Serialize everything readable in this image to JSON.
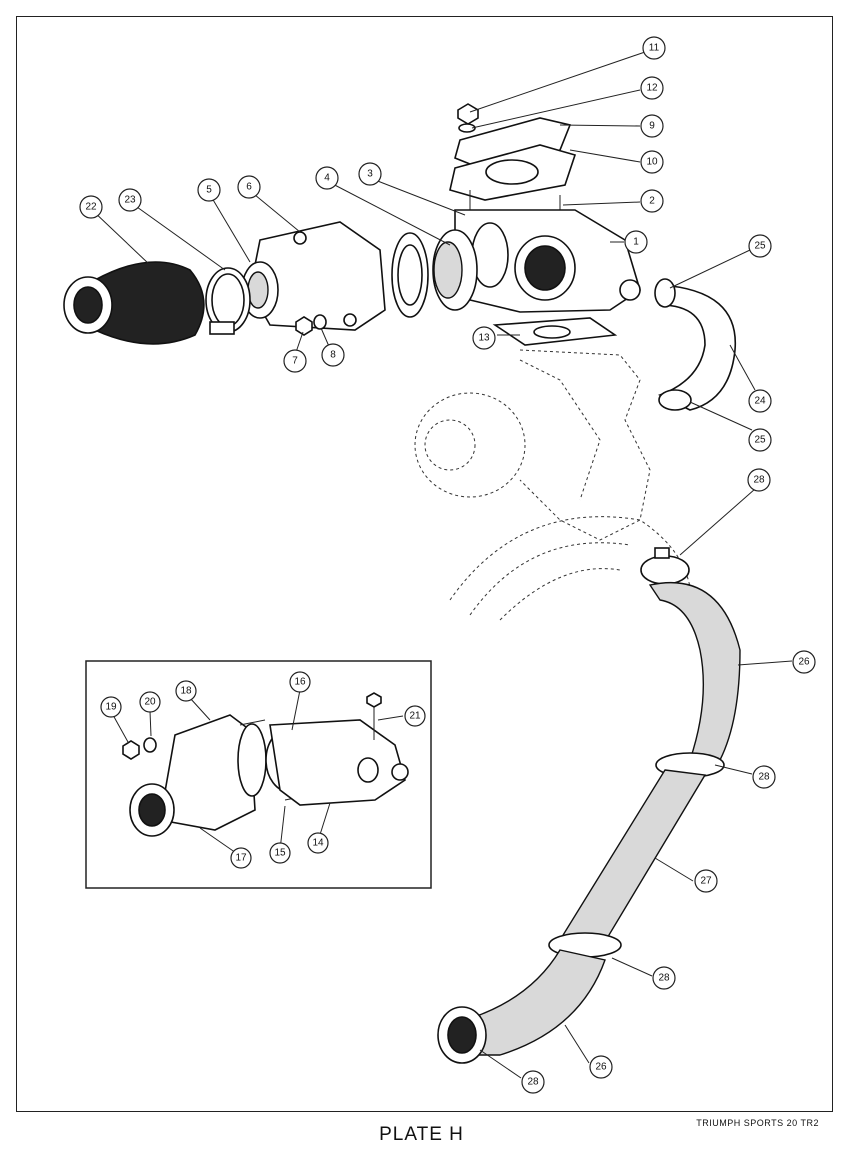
{
  "plate": {
    "title": "PLATE H",
    "publisher": "TRIUMPH  SPORTS  20  TR2"
  },
  "callouts": [
    {
      "id": "c1",
      "label": "1"
    },
    {
      "id": "c2",
      "label": "2"
    },
    {
      "id": "c3",
      "label": "3"
    },
    {
      "id": "c4",
      "label": "4"
    },
    {
      "id": "c5",
      "label": "5"
    },
    {
      "id": "c6",
      "label": "6"
    },
    {
      "id": "c7",
      "label": "7"
    },
    {
      "id": "c8",
      "label": "8"
    },
    {
      "id": "c9",
      "label": "9"
    },
    {
      "id": "c10",
      "label": "10"
    },
    {
      "id": "c11",
      "label": "11"
    },
    {
      "id": "c12",
      "label": "12"
    },
    {
      "id": "c13",
      "label": "13"
    },
    {
      "id": "c14",
      "label": "14"
    },
    {
      "id": "c15",
      "label": "15"
    },
    {
      "id": "c16",
      "label": "16"
    },
    {
      "id": "c17",
      "label": "17"
    },
    {
      "id": "c18",
      "label": "18"
    },
    {
      "id": "c19",
      "label": "19"
    },
    {
      "id": "c20",
      "label": "20"
    },
    {
      "id": "c21",
      "label": "21"
    },
    {
      "id": "c22",
      "label": "22"
    },
    {
      "id": "c23",
      "label": "23"
    },
    {
      "id": "c24",
      "label": "24"
    },
    {
      "id": "c25a",
      "label": "25"
    },
    {
      "id": "c25b",
      "label": "25"
    },
    {
      "id": "c26a",
      "label": "26"
    },
    {
      "id": "c26b",
      "label": "26"
    },
    {
      "id": "c27",
      "label": "27"
    },
    {
      "id": "c28a",
      "label": "28"
    },
    {
      "id": "c28b",
      "label": "28"
    },
    {
      "id": "c28c",
      "label": "28"
    },
    {
      "id": "c28d",
      "label": "28"
    }
  ]
}
